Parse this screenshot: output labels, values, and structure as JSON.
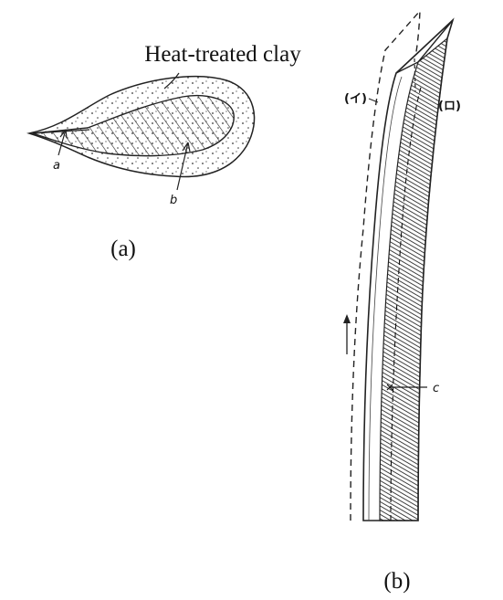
{
  "panel_a": {
    "title": "Heat-treated clay",
    "label_a": "a",
    "label_b": "b",
    "caption": "(a)"
  },
  "panel_b": {
    "label_i": "(イ)",
    "label_ro": "(ロ)",
    "label_c": "c",
    "caption": "(b)"
  }
}
